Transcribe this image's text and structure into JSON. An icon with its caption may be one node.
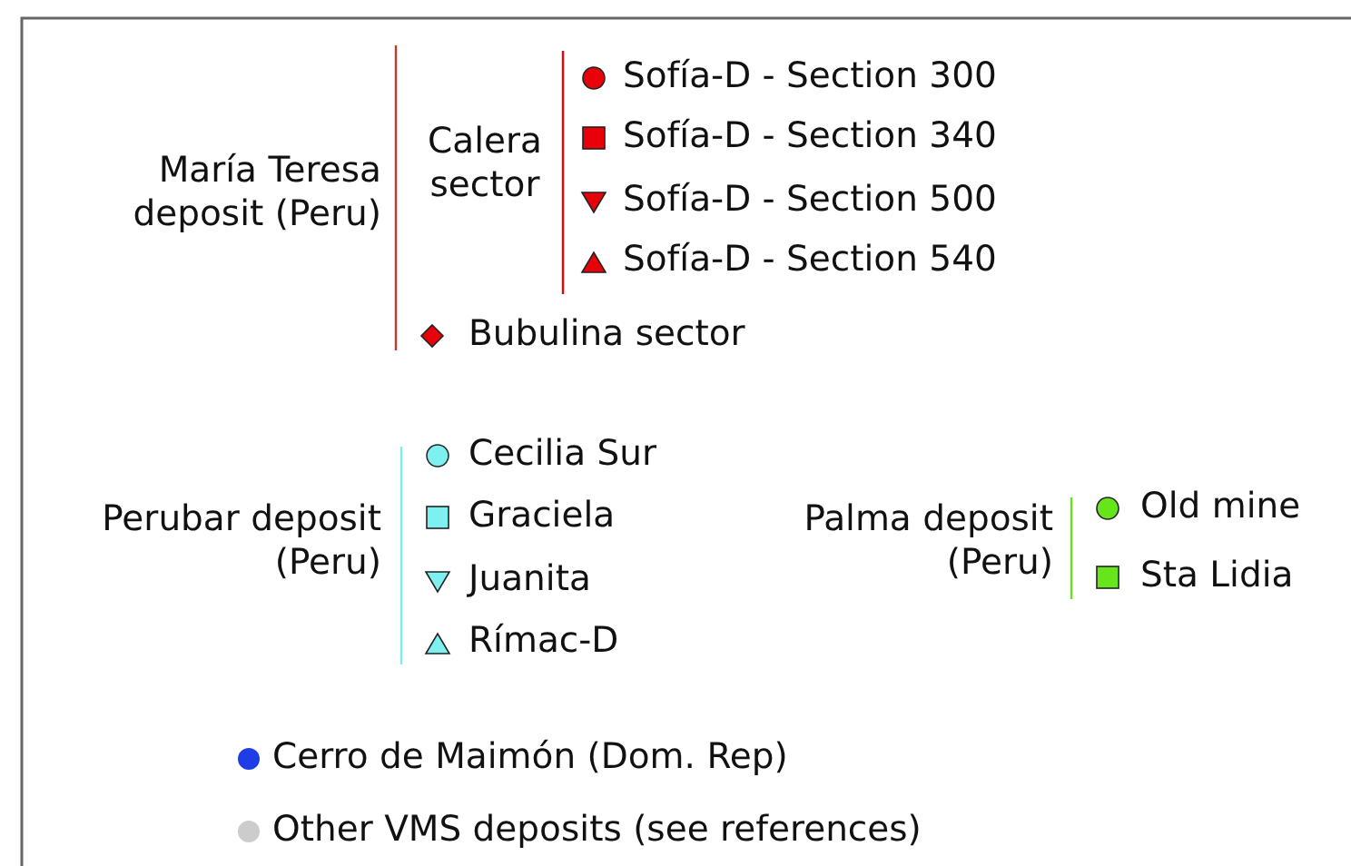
{
  "diagram": {
    "labels": [
      "María Teresa deposit (Peru)",
      "Calera sector",
      "Perubar deposit (Peru)",
      "Palma deposit (Peru)"
    ],
    "legend": [
      {
        "text": "Sofía-D - Section 300",
        "color": "#e8000b"
      },
      {
        "text": "Sofía-D - Section 340",
        "color": "#e8000b"
      },
      {
        "text": "Sofía-D - Section 500",
        "color": "#e8000b"
      },
      {
        "text": "Sofía-D - Section 540",
        "color": "#e8000b"
      },
      {
        "text": "Bubulina sector",
        "color": "#e8000b"
      },
      {
        "text": "Cecilia Sur",
        "color": "#7ff0f0"
      },
      {
        "text": "Graciela",
        "color": "#7ff0f0"
      },
      {
        "text": "Juanita",
        "color": "#7ff0f0"
      },
      {
        "text": "Rímac-D",
        "color": "#7ff0f0"
      },
      {
        "text": "Old mine",
        "color": "#66e61a"
      },
      {
        "text": "Sta Lidia",
        "color": "#66e61a"
      },
      {
        "text": "Cerro de Maimón (Dom. Rep)",
        "color": "#1f3de6"
      },
      {
        "text": "Other VMS deposits (see references)",
        "color": "#cccccc"
      }
    ]
  }
}
